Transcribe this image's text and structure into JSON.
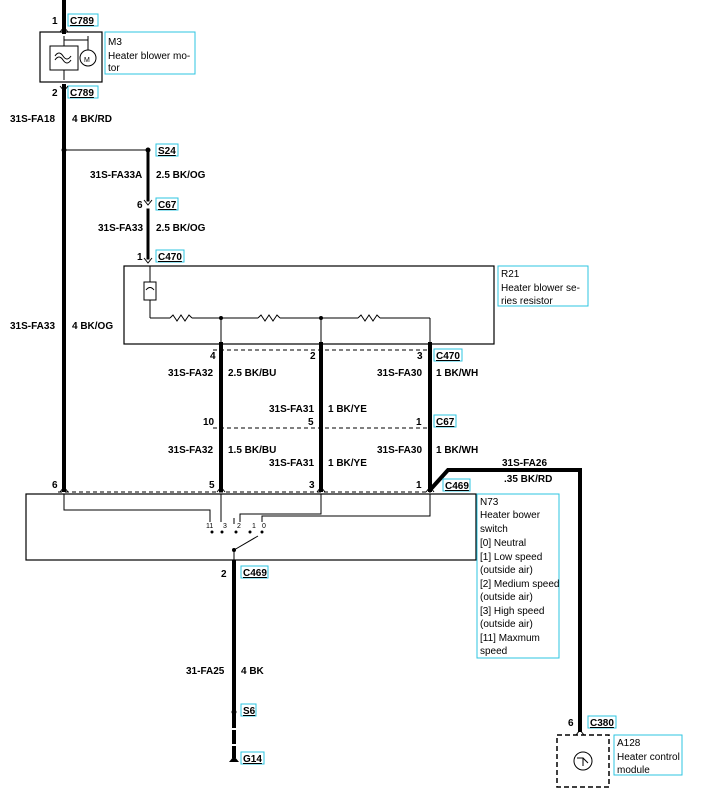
{
  "components": {
    "m3": {
      "ref": "M3",
      "line1": "Heater blower mo-",
      "line2": "tor"
    },
    "r21": {
      "ref": "R21",
      "line1": "Heater blower se-",
      "line2": "ries resistor"
    },
    "n73": {
      "ref": "N73",
      "lines": [
        "Heater bower",
        "switch",
        "[0] Neutral",
        "[1] Low speed",
        "(outside air)",
        "[2] Medium speed",
        "(outside air)",
        "[3] High speed",
        "(outside air)",
        "[11] Maxmum",
        "speed"
      ]
    },
    "a128": {
      "ref": "A128",
      "line1": "Heater control",
      "line2": "module"
    }
  },
  "connectors": {
    "c789_top": "C789",
    "c789_bot": "C789",
    "s24": "S24",
    "c67_a": "C67",
    "c470_a": "C470",
    "c470_b": "C470",
    "c67_b": "C67",
    "c469_a": "C469",
    "c469_b": "C469",
    "s6": "S6",
    "g14": "G14",
    "c380": "C380"
  },
  "pins": {
    "c789_top": "1",
    "c789_bot": "2",
    "c67_a": "6",
    "c470_a": "1",
    "r21_4": "4",
    "r21_2": "2",
    "r21_3": "3",
    "c67_10": "10",
    "c67_5": "5",
    "c67_1": "1",
    "n73_6": "6",
    "n73_5": "5",
    "n73_3": "3",
    "n73_1": "1",
    "n73_2": "2",
    "a128_6": "6"
  },
  "switch_positions": {
    "p11": "11",
    "p3": "3",
    "p2": "2",
    "p1": "1",
    "p0": "0"
  },
  "wires": {
    "w1_id": "31S-FA18",
    "w1_spec": "4  BK/RD",
    "w2_id": "31S-FA33A",
    "w2_spec": "2.5 BK/OG",
    "w3_id": "31S-FA33",
    "w3_spec": "2.5 BK/OG",
    "w4_id": "31S-FA33",
    "w4_spec": "4 BK/OG",
    "w5_id": "31S-FA32",
    "w5_spec": "2.5 BK/BU",
    "w6_id": "31S-FA30",
    "w6_spec": "1 BK/WH",
    "w7_id": "31S-FA31",
    "w7_spec": "1 BK/YE",
    "w8_id": "31S-FA32",
    "w8_spec": "1.5 BK/BU",
    "w9_id": "31S-FA30",
    "w9_spec": "1 BK/WH",
    "w10_id": "31S-FA31",
    "w10_spec": "1 BK/YE",
    "w11_id": "31S-FA26",
    "w11_spec": ".35 BK/RD",
    "w12_id": "31-FA25",
    "w12_spec": "4 BK"
  }
}
